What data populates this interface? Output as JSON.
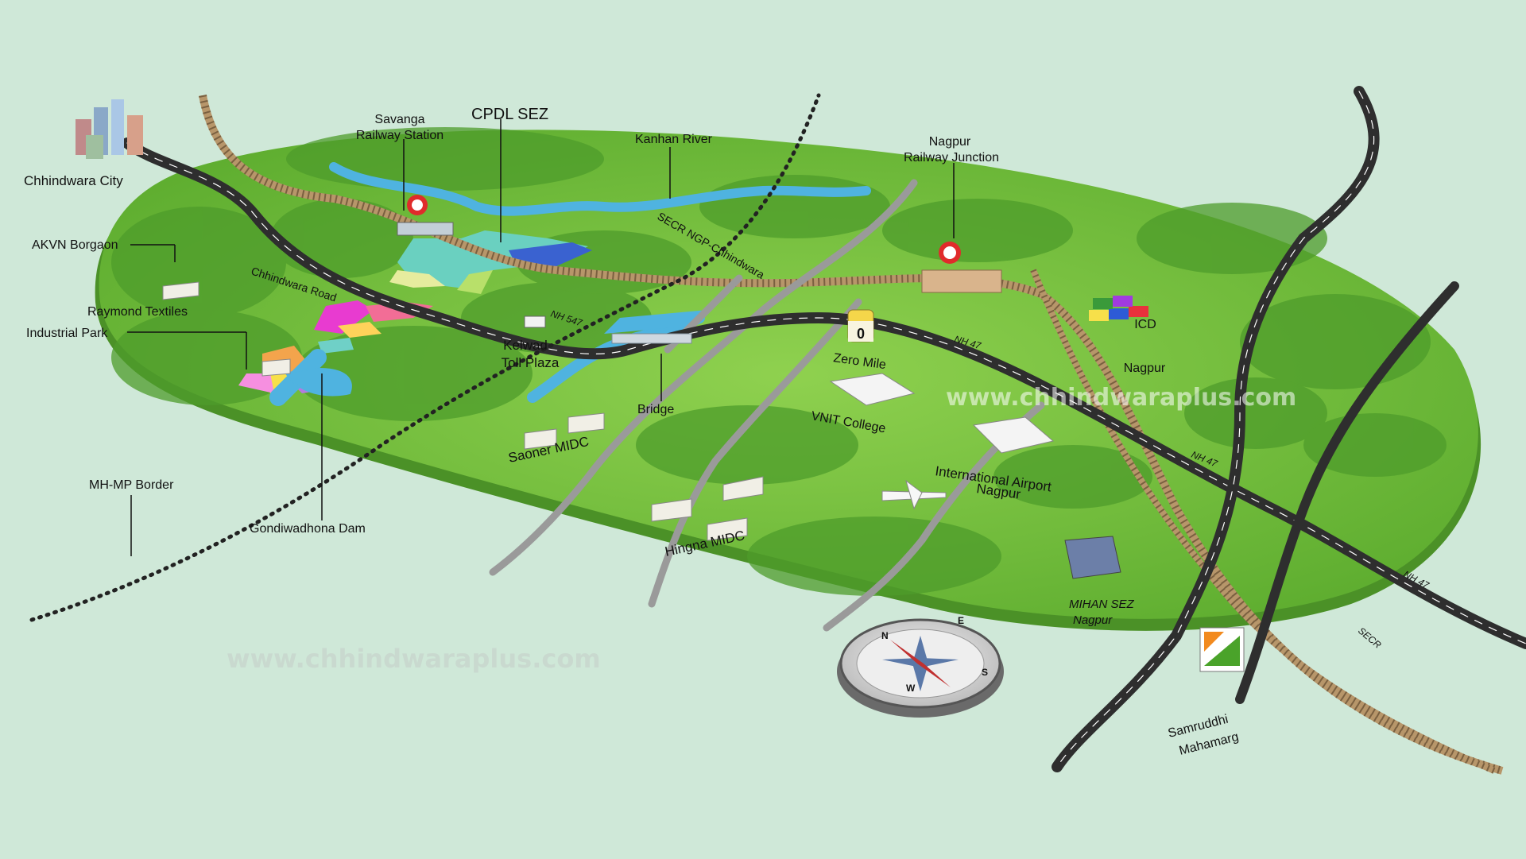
{
  "labels": {
    "chhindwara_city": "Chhindwara City",
    "akvn_borgaon": "AKVN Borgaon",
    "raymond_textiles": "Raymond Textiles",
    "industrial_park": "Industrial Park",
    "mh_mp_border": "MH-MP Border",
    "gondiwadhona_dam": "Gondiwadhona Dam",
    "savanga_line1": "Savanga",
    "savanga_line2": "Railway Station",
    "cpdl_sez": "CPDL SEZ",
    "kanhan_river": "Kanhan River",
    "nagpur_jn_line1": "Nagpur",
    "nagpur_jn_line2": "Railway Junction",
    "chhindwara_road": "Chhindwara Road",
    "secr_ngp": "SECR NGP-Chhindwara",
    "kelwad_line1": "Kelwad",
    "kelwad_line2": "Toll Plaza",
    "bridge": "Bridge",
    "saoner_midc": "Saoner MIDC",
    "hingna_midc": "Hingna MIDC",
    "zero_mile": "Zero Mile",
    "zero_marker": "0",
    "vnit_college": "VNIT College",
    "icd_line1": "ICD",
    "icd_line2": "Nagpur",
    "airport_line1": "International Airport",
    "airport_line2": "Nagpur",
    "mihan_line1": "MIHAN SEZ",
    "mihan_line2": "Nagpur",
    "samruddhi_line1": "Samruddhi",
    "samruddhi_line2": "Mahamarg",
    "nh547": "NH 547",
    "nh47_a": "NH 47",
    "nh47_b": "NH 47",
    "nh47_c": "NH 47",
    "secr": "SECR",
    "compass_n": "N",
    "compass_e": "E",
    "compass_s": "S",
    "compass_w": "W"
  },
  "watermarks": {
    "upper": "www.chhindwaraplus.com",
    "lower": "www.chhindwaraplus.com"
  },
  "colors": {
    "background": "#cfe8d8",
    "land": "#7cc242",
    "land_dark": "#4f9a2a",
    "road": "#333333",
    "river": "#4fb3e0",
    "rail": "#a08860"
  }
}
